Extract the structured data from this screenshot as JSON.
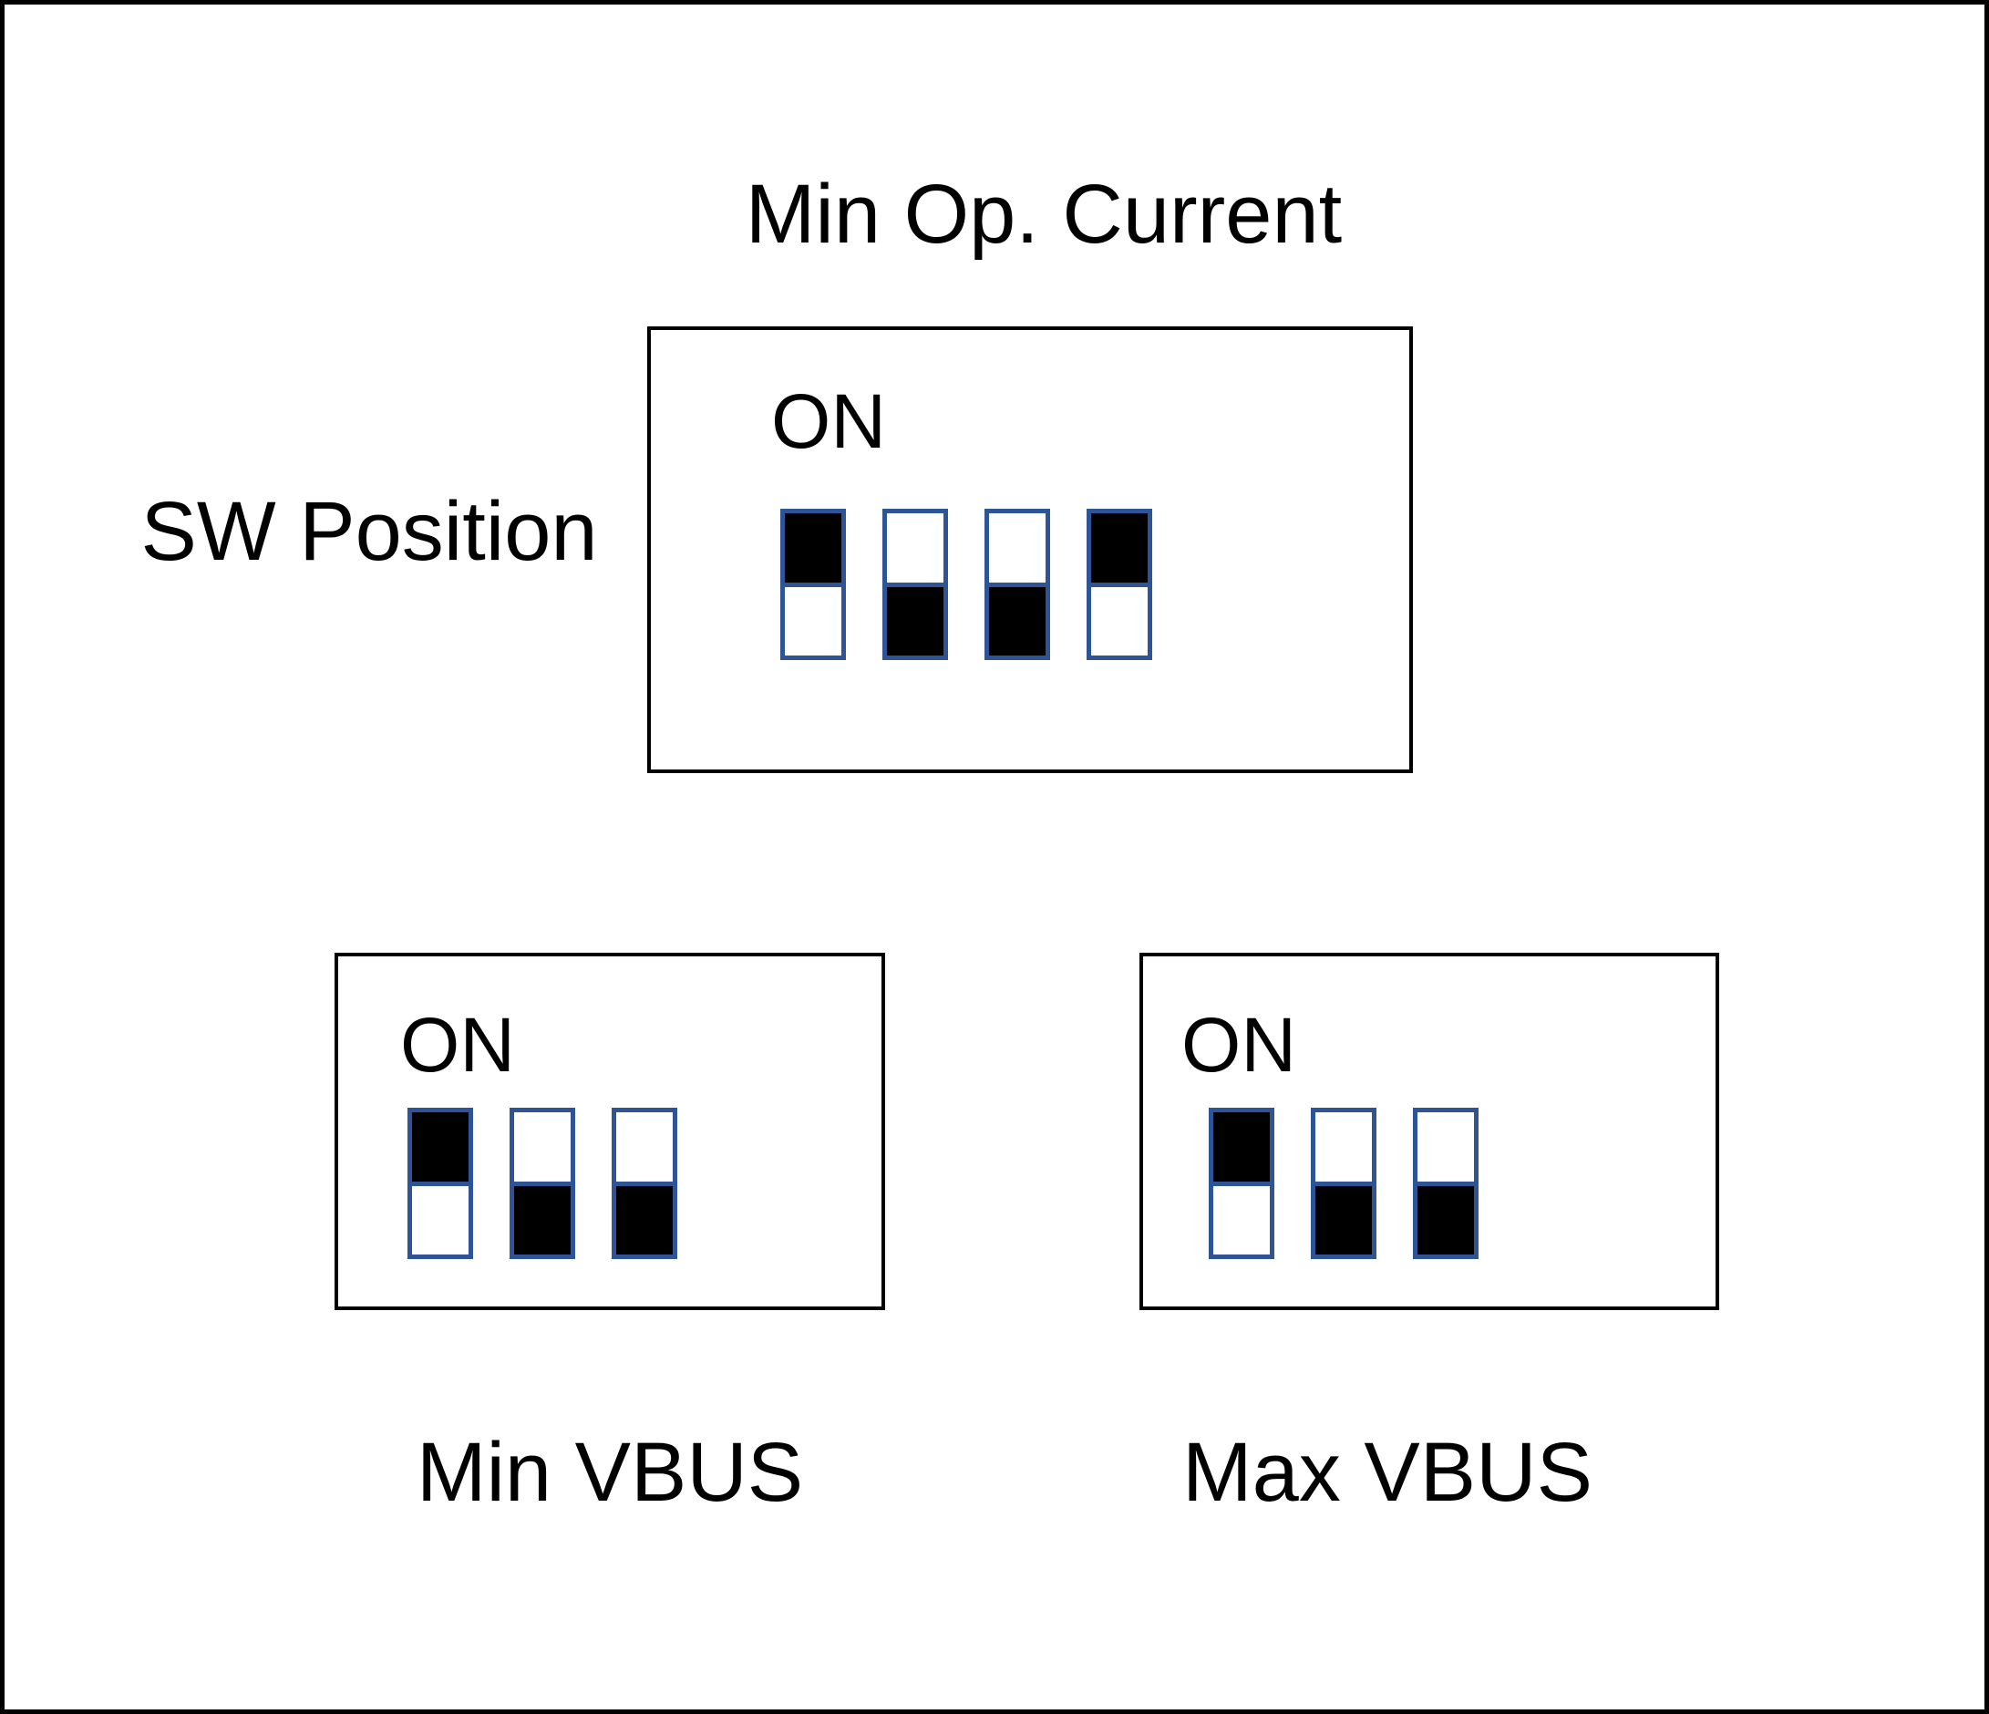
{
  "diagram": {
    "title": "Min Op. Current",
    "row_label": "SW Position",
    "colors": {
      "background": "#FFFFFF",
      "text": "#000000",
      "box_border": "#000000",
      "switch_border": "#2F5496",
      "switch_fill_on": "#000000",
      "switch_fill_off": "#FFFFFF"
    },
    "panels": [
      {
        "id": "min-op-current",
        "on_label": "ON",
        "switches": [
          "up",
          "down",
          "down",
          "up"
        ]
      },
      {
        "id": "min-vbus",
        "label": "Min VBUS",
        "on_label": "ON",
        "switches": [
          "up",
          "down",
          "down"
        ]
      },
      {
        "id": "max-vbus",
        "label": "Max VBUS",
        "on_label": "ON",
        "switches": [
          "up",
          "down",
          "down"
        ]
      }
    ]
  }
}
